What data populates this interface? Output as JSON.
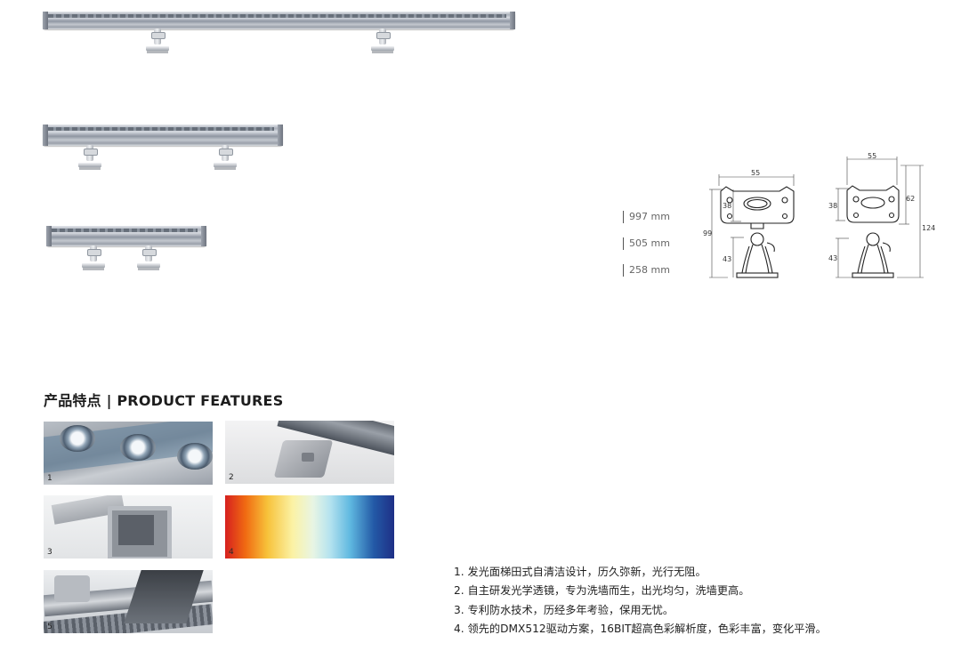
{
  "products": [
    {
      "length_label": "997 mm"
    },
    {
      "length_label": "505 mm"
    },
    {
      "length_label": "258 mm"
    }
  ],
  "drawings": {
    "front": {
      "width": "55",
      "upper": "38",
      "total": "99",
      "lower": "43"
    },
    "side": {
      "width": "55",
      "upper": "38",
      "mid": "62",
      "total": "124",
      "lower": "43"
    }
  },
  "features_section": {
    "heading": "产品特点 | PRODUCT FEATURES",
    "photos": [
      {
        "number": "1"
      },
      {
        "number": "2"
      },
      {
        "number": "3"
      },
      {
        "number": "4"
      },
      {
        "number": "5"
      }
    ],
    "items": [
      "1. 发光面梯田式自清洁设计，历久弥新，光行无阻。",
      "2. 自主研发光学透镜，专为洗墙而生，出光均匀，洗墙更高。",
      "3. 专利防水技术，历经多年考验，保用无忧。",
      "4. 领先的DMX512驱动方案，16BIT超高色彩解析度，色彩丰富，变化平滑。"
    ]
  }
}
